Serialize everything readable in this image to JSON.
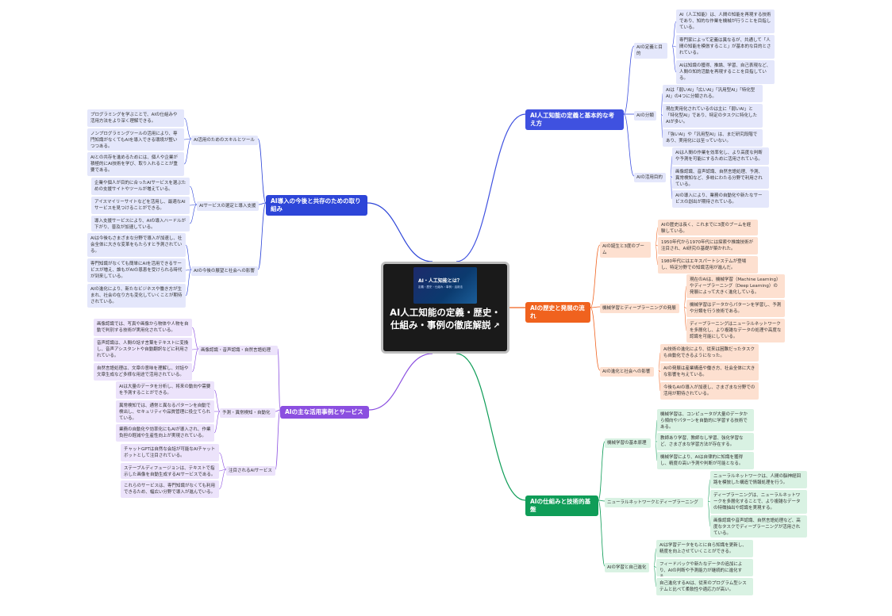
{
  "center": {
    "title": "AI人工知能の定義・歴史・仕組み・事例の徹底解説",
    "thumb_title": "AI・人工知能とは？",
    "thumb_sub": "定義・歴史・仕組み・事例・活用法",
    "link_icon": "external-link-icon"
  },
  "branches": {
    "def": {
      "label": "AI人工知能の定義と基本的な考え方",
      "color": "#3f51e0",
      "subs": [
        {
          "label": "AIの定義と目的",
          "items": [
            "AI（人工知能）は、人間の知能を再現する技術であり、知的な作業を機械が行うことを目指している。",
            "専門家によって定義は異なるが、共通して「人間の知能を模倣すること」が基本的な目的とされている。",
            "AIは知識の獲得、推論、学習、自己表現など、人間の知的活動を再現することを目指している。"
          ]
        },
        {
          "label": "AIの分類",
          "items": [
            "AIは「弱いAI」「広いAI」「汎用型AI」「特化型AI」の4つに分類される。",
            "現在実用化されているのは主に「弱いAI」と「特化型AI」であり、特定のタスクに特化したAIが多い。",
            "「強いAI」や「汎用型AI」は、まだ研究段階であり、実用化には至っていない。"
          ]
        },
        {
          "label": "AIの活用目的",
          "items": [
            "AIは人間の作業を効率化し、より高度な判断や予測を可能にするために活用されている。",
            "画像認識、音声認識、自然言語処理、予測、異常検知など、多岐にわたる分野で利用されている。",
            "AIの導入により、業務の自動化や新たなサービスの創出が期待されている。"
          ]
        }
      ]
    },
    "hist": {
      "label": "AIの歴史と発展の流れ",
      "color": "#f0621e",
      "subs": [
        {
          "label": "AIの誕生と3度のブーム",
          "items": [
            "AIの歴史は長く、これまでに3度のブームを経験している。",
            "1950年代から1970年代には探索や推論技術が注目され、AI研究の基礎が築かれた。",
            "1980年代にはエキスパートシステムが登場し、特定分野での知識活用が進んだ。"
          ]
        },
        {
          "label": "機械学習とディープラーニングの発展",
          "items": [
            "現在のAIは、機械学習（Machine Learning）やディープラーニング（Deep Learning）の発展によって大きく進化している。",
            "機械学習はデータからパターンを学習し、予測や分類を行う技術である。",
            "ディープラーニングはニューラルネットワークを多層化し、より複雑なデータの処理や高度な認識を可能にしている。"
          ]
        },
        {
          "label": "AIの進化と社会への影響",
          "items": [
            "AI技術の進化により、従来は困難だったタスクも自動化できるようになった。",
            "AIの発展は産業構造や働き方、社会全体に大きな影響を与えている。",
            "今後もAIの導入が加速し、さまざまな分野での活用が期待されている。"
          ]
        }
      ]
    },
    "tech": {
      "label": "AIの仕組みと技術的基盤",
      "color": "#0f9d58",
      "subs": [
        {
          "label": "機械学習の基本原理",
          "items": [
            "機械学習は、コンピュータが大量のデータから傾向やパターンを自動的に学習する技術である。",
            "教師あり学習、教師なし学習、強化学習など、さまざまな学習方法が存在する。",
            "機械学習により、AIは自律的に知識を獲得し、精度の高い予測や判断が可能となる。"
          ]
        },
        {
          "label": "ニューラルネットワークとディープラーニング",
          "items": [
            "ニューラルネットワークは、人間の脳神経回路を模倣した構造で情報処理を行う。",
            "ディープラーニングは、ニューラルネットワークを多層化することで、より複雑なデータの特徴抽出や認識を実現する。",
            "画像認識や音声認識、自然言語処理など、高度なタスクでディープラーニングが活用されている。"
          ]
        },
        {
          "label": "AIの学習と自己進化",
          "items": [
            "AIは学習データをもとに自ら知識を更新し、精度を向上させていくことができる。",
            "フィードバックや新たなデータの追加により、AIの判断や予測能力が継続的に進化する。",
            "自己進化するAIは、従来のプログラム型システムと比べて柔軟性や適応力が高い。"
          ]
        }
      ]
    },
    "cases": {
      "label": "AIの主な活用事例とサービス",
      "color": "#8b4fe0",
      "subs": [
        {
          "label": "画像認識・音声認識・自然言語処理",
          "items": [
            "画像認識では、写真や画像から物体や人物を自動で判別する技術が実用化されている。",
            "音声認識は、人間の話す言葉をテキストに変換し、音声アシスタントや自動翻訳などに利用されている。",
            "自然言語処理は、文章の意味を理解し、対話や文章生成など多様な用途で活用されている。"
          ]
        },
        {
          "label": "予測・異常検知・自動化",
          "items": [
            "AIは大量のデータを分析し、将来の動向や需要を予測することができる。",
            "異常検知では、通常と異なるパターンを自動で検出し、セキュリティや品質管理に役立てられている。",
            "業務の自動化や効率化にもAIが導入され、作業負担の軽減や生産性向上が実現されている。"
          ]
        },
        {
          "label": "注目されるAIサービス",
          "items": [
            "チャットGPTは自然な会話が可能なAIチャットボットとして注目されている。",
            "ステーブルディフュージョンは、テキストで指示した画像を自動生成するAIサービスである。",
            "これらのサービスは、専門知識がなくても利用できるため、幅広い分野で導入が進んでいる。"
          ]
        }
      ]
    },
    "future": {
      "label": "AI導入の今後と共存のための取り組み",
      "color": "#2d45d8",
      "subs": [
        {
          "label": "AI活用のためのスキルとツール",
          "items": [
            "プログラミングを学ぶことで、AIの仕組みや活用方法をより深く理解できる。",
            "ノンプログラミングツールの活用により、専門知識がなくてもAIを導入できる環境が整いつつある。",
            "AIとの共存を進めるためには、個人や企業が積極的にAI技術を学び、取り入れることが重要である。"
          ]
        },
        {
          "label": "AIサービスの選定と導入支援",
          "items": [
            "企業や個人が目的に合ったAIサービスを選ぶための支援サイトやツールが増えている。",
            "アイスマイリーサイトなどを活用し、最適なAIサービスを見つけることができる。",
            "導入支援サービスにより、AIの導入ハードルが下がり、普及が加速している。"
          ]
        },
        {
          "label": "AIの今後の展望と社会への影響",
          "items": [
            "AIは今後もさまざまな分野で導入が加速し、社会全体に大きな変革をもたらすと予測されている。",
            "専門知識がなくても簡単にAIを活用できるサービスが増え、誰もがAIの恩恵を受けられる時代が到来している。",
            "AIの進化により、新たなビジネスや働き方が生まれ、社会の在り方も変化していくことが期待されている。"
          ]
        }
      ]
    }
  },
  "colors": {
    "blue_fill": "#e4e7fb",
    "orange_fill": "#fde0d0",
    "purple_fill": "#ece3fb",
    "green_fill": "#d9f2e3"
  }
}
